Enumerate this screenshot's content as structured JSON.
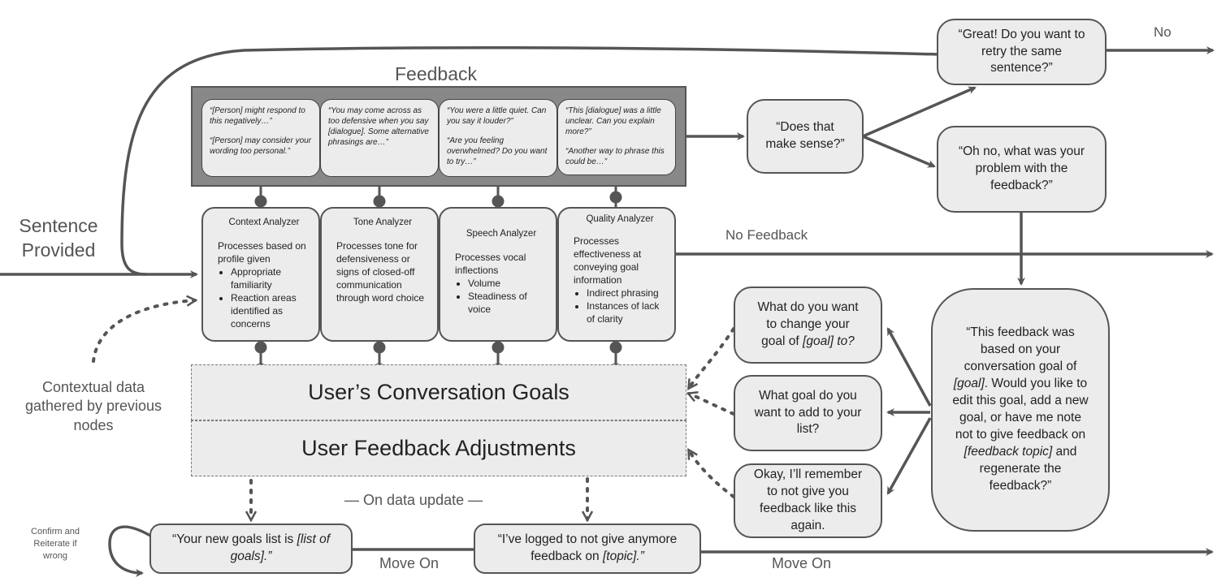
{
  "labels": {
    "feedback_title": "Feedback",
    "sentence_provided": "Sentence Provided",
    "no": "No",
    "no_feedback": "No Feedback",
    "contextual_data": "Contextual data gathered by previous nodes",
    "on_data_update": "— On data update —",
    "confirm_reiterate": "Confirm and Reiterate if wrong",
    "move_on_1": "Move On",
    "move_on_2": "Move On"
  },
  "feedback_cards": [
    {
      "line1": "“[Person] might respond to this negatively…”",
      "line2": "“[Person] may consider your wording too personal.”"
    },
    {
      "line1": "“You may come across as too defensive when you say [dialogue]. Some alternative phrasings are…”",
      "line2": ""
    },
    {
      "line1": "“You were a little quiet. Can you say it louder?”",
      "line2": "“Are you feeling overwhelmed? Do you want to try…”"
    },
    {
      "line1": "“This [dialogue] was a little unclear. Can you explain more?”",
      "line2": "“Another way to phrase this could be…”"
    }
  ],
  "analyzers": [
    {
      "title": "Context Analyzer",
      "desc": "Processes based on profile given",
      "bullets": [
        "Appropriate familiarity",
        "Reaction areas identified as concerns"
      ]
    },
    {
      "title": "Tone Analyzer",
      "desc": "Processes tone for defensiveness or signs of closed-off communication through word choice",
      "bullets": []
    },
    {
      "title": "Speech Analyzer",
      "desc": "Processes vocal inflections",
      "bullets": [
        "Volume",
        "Steadiness of voice"
      ]
    },
    {
      "title": "Quality Analyzer",
      "desc": "Processes effectiveness at conveying goal information",
      "bullets": [
        "Indirect phrasing",
        "Instances of lack of clarity"
      ]
    }
  ],
  "goals": {
    "conversation_goals": "User’s Conversation Goals",
    "feedback_adjustments": "User Feedback Adjustments"
  },
  "nodes": {
    "does_that_make_sense": "“Does that make sense?”",
    "retry": "“Great! Do you want to retry the same sentence?”",
    "oh_no": "“Oh no, what was your problem with the feedback?”",
    "big_question_a": "“This feedback was based on your conversation goal of ",
    "big_question_goal": "[goal]",
    "big_question_b": ". Would you like to edit this goal, add a new goal, or have me note not to give feedback on ",
    "big_question_topic": "[feedback topic]",
    "big_question_c": " and regenerate the feedback?”",
    "change_goal_a": "What do you want to change your goal of ",
    "change_goal_goal": "[goal]",
    "change_goal_b": " to?",
    "add_goal": "What goal do you want to add to your list?",
    "remember": "Okay, I’ll remember to not give you feedback like this again.",
    "new_goals_a": "“Your new goals list is ",
    "new_goals_list": "[list of goals].”",
    "logged_a": "“I’ve logged to not give anymore feedback on ",
    "logged_topic": "[topic].”"
  }
}
